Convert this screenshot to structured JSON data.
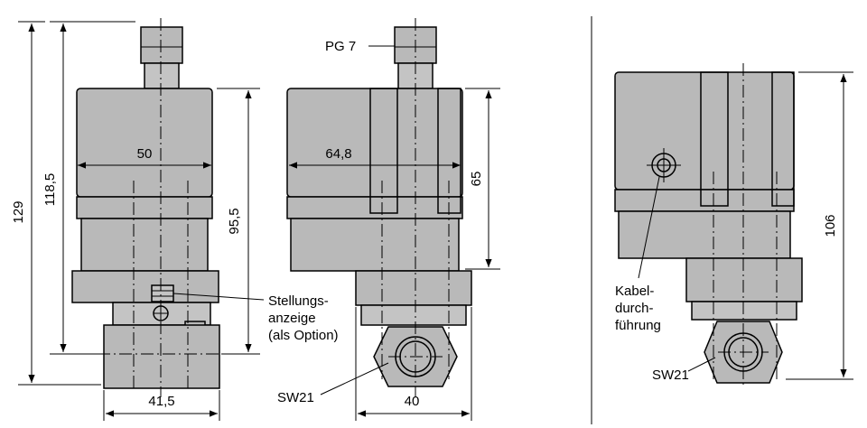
{
  "dimensions": {
    "d129": "129",
    "d118_5": "118,5",
    "d50": "50",
    "d95_5": "95,5",
    "d41_5": "41,5",
    "d64_8": "64,8",
    "d65": "65",
    "d40": "40",
    "d106": "106"
  },
  "labels": {
    "pg7": "PG 7",
    "stellung_line1": "Stellungs-",
    "stellung_line2": "anzeige",
    "stellung_line3": "(als Option)",
    "sw21_middle": "SW21",
    "kabel_line1": "Kabel-",
    "kabel_line2": "durch-",
    "kabel_line3": "führung",
    "sw21_right": "SW21"
  }
}
